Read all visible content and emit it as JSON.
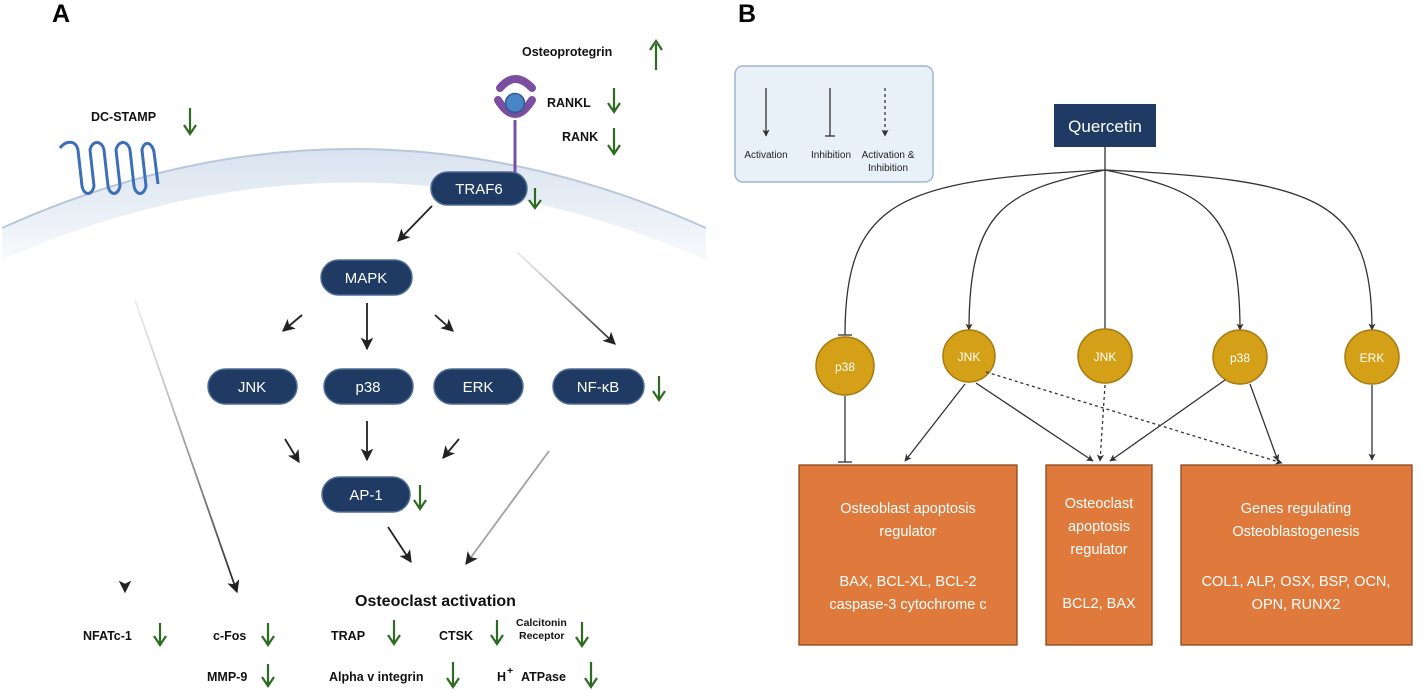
{
  "panel_a": {
    "letter": "A",
    "pathway_nodes": {
      "traf6": "TRAF6",
      "mapk": "MAPK",
      "jnk": "JNK",
      "p38": "p38",
      "erk": "ERK",
      "nfkb": "NF-κB",
      "ap1": "AP-1"
    },
    "receptor_labels": {
      "osteoprotegrin": "Osteoprotegrin",
      "rankl": "RANKL",
      "rank": "RANK",
      "dcstamp": "DC-STAMP"
    },
    "activation_title": "Osteoclast activation",
    "markers": {
      "nfatc1": "NFATc-1",
      "cfos": "c-Fos",
      "mmp9": "MMP-9",
      "trap": "TRAP",
      "ctsk": "CTSK",
      "calcitonin_1": "Calcitonin",
      "calcitonin_2": "Receptor",
      "alpha_v": "Alpha v integrin",
      "h_atpase_h": "H",
      "h_atpase_sup": "+",
      "h_atpase_rest": "ATPase"
    },
    "colors": {
      "pill": "#1f3b63",
      "down_arrow": "#2e6b22",
      "up_arrow": "#2e6b22",
      "receptor": "#7b4fa0",
      "receptor_ball": "#4a86c5",
      "membrane": "#e8eef6",
      "dcstamp": "#3d6fb6"
    }
  },
  "panel_b": {
    "letter": "B",
    "legend": {
      "activation": "Activation",
      "inhibition": "Inhibition",
      "act_inh_1": "Activation &",
      "act_inh_2": "Inhibition"
    },
    "quercetin": "Quercetin",
    "circles": {
      "p38_left": "p38",
      "jnk_left": "JNK",
      "jnk_mid": "JNK",
      "p38_right": "p38",
      "erk": "ERK"
    },
    "boxes": {
      "osteoblast": {
        "line1": "Osteoblast apoptosis",
        "line2": "regulator",
        "line3": "BAX, BCL-XL, BCL-2",
        "line4": "caspase-3 cytochrome c"
      },
      "osteoclast": {
        "line1": "Osteoclast",
        "line2": "apoptosis",
        "line3": "regulator",
        "line4": "BCL2, BAX"
      },
      "genes": {
        "line1": "Genes regulating",
        "line2": "Osteoblastogenesis",
        "line3": "COL1, ALP, OSX, BSP, OCN,",
        "line4": "OPN, RUNX2"
      }
    },
    "colors": {
      "quercetin_box": "#1f3b63",
      "circle_fill": "#d4a017",
      "circle_stroke": "#a87a10",
      "box_fill": "#e07a3c",
      "box_stroke": "#8a4a20",
      "legend_bg": "#e8f0f8",
      "legend_stroke": "#9fb6d0"
    }
  }
}
